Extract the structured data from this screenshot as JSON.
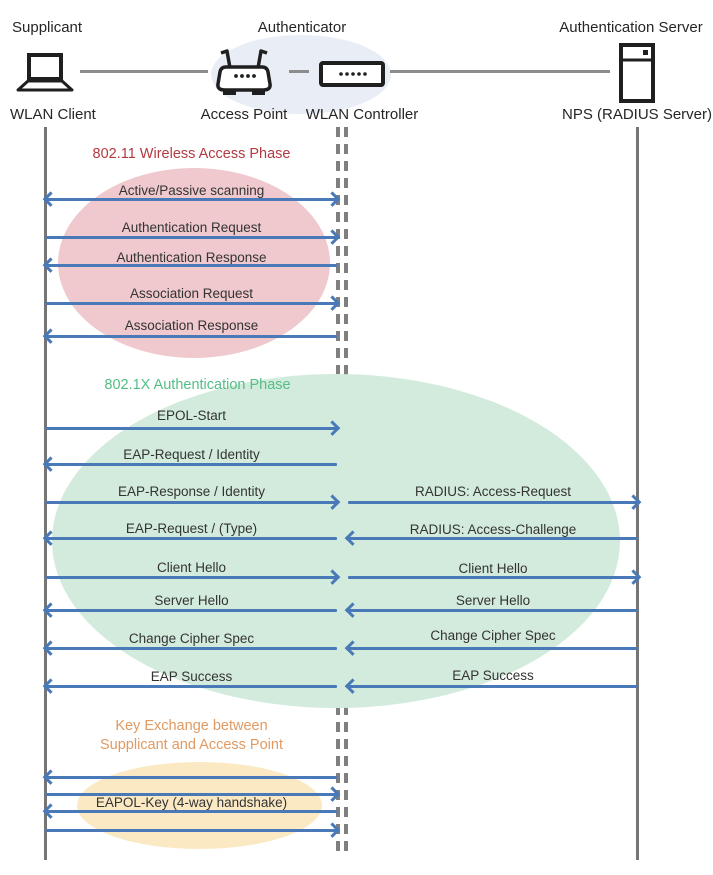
{
  "header": {
    "roles": [
      "Supplicant",
      "Authenticator",
      "Authentication Server"
    ],
    "devices": [
      "WLAN Client",
      "Access Point",
      "WLAN Controller",
      "NPS (RADIUS Server)"
    ]
  },
  "phases": {
    "wireless": {
      "title": "802.11 Wireless Access Phase",
      "text_color": "#b23a42",
      "ellipse_color": "#efc9cd"
    },
    "auth": {
      "title": "802.1X Authentication Phase",
      "text_color": "#53be86",
      "ellipse_color": "#d3ebdc"
    },
    "key_exchange": {
      "line1": "Key Exchange between",
      "line2": "Supplicant and Access Point",
      "text_color": "#e09a62",
      "ellipse_color": "#fbe9c4"
    }
  },
  "messages": {
    "client_controller": [
      {
        "label": "Active/Passive scanning",
        "direction": "both"
      },
      {
        "label": "Authentication Request",
        "direction": "right"
      },
      {
        "label": "Authentication Response",
        "direction": "left"
      },
      {
        "label": "Association Request",
        "direction": "right"
      },
      {
        "label": "Association Response",
        "direction": "left"
      },
      {
        "label": "EPOL-Start",
        "direction": "right"
      },
      {
        "label": "EAP-Request / Identity",
        "direction": "left"
      },
      {
        "label": "EAP-Response / Identity",
        "direction": "right"
      },
      {
        "label": "EAP-Request / (Type)",
        "direction": "left"
      },
      {
        "label": "Client Hello",
        "direction": "right"
      },
      {
        "label": "Server Hello",
        "direction": "left"
      },
      {
        "label": "Change Cipher Spec",
        "direction": "left"
      },
      {
        "label": "EAP Success",
        "direction": "left"
      },
      {
        "label": "",
        "direction": "left"
      },
      {
        "label": "",
        "direction": "right"
      },
      {
        "label": "EAPOL-Key (4-way handshake)",
        "direction": "left"
      },
      {
        "label": "",
        "direction": "right"
      }
    ],
    "controller_server": [
      {
        "label": "RADIUS: Access-Request",
        "direction": "right"
      },
      {
        "label": "RADIUS: Access-Challenge",
        "direction": "left"
      },
      {
        "label": "Client Hello",
        "direction": "right"
      },
      {
        "label": "Server Hello",
        "direction": "left"
      },
      {
        "label": "Change Cipher Spec",
        "direction": "left"
      },
      {
        "label": "EAP Success",
        "direction": "left"
      }
    ]
  },
  "colors": {
    "arrow": "#4a79b8",
    "lifeline": "#757575",
    "authenticator_group_ellipse": "#e9edf6",
    "icon_stroke": "#1f1f1f"
  }
}
